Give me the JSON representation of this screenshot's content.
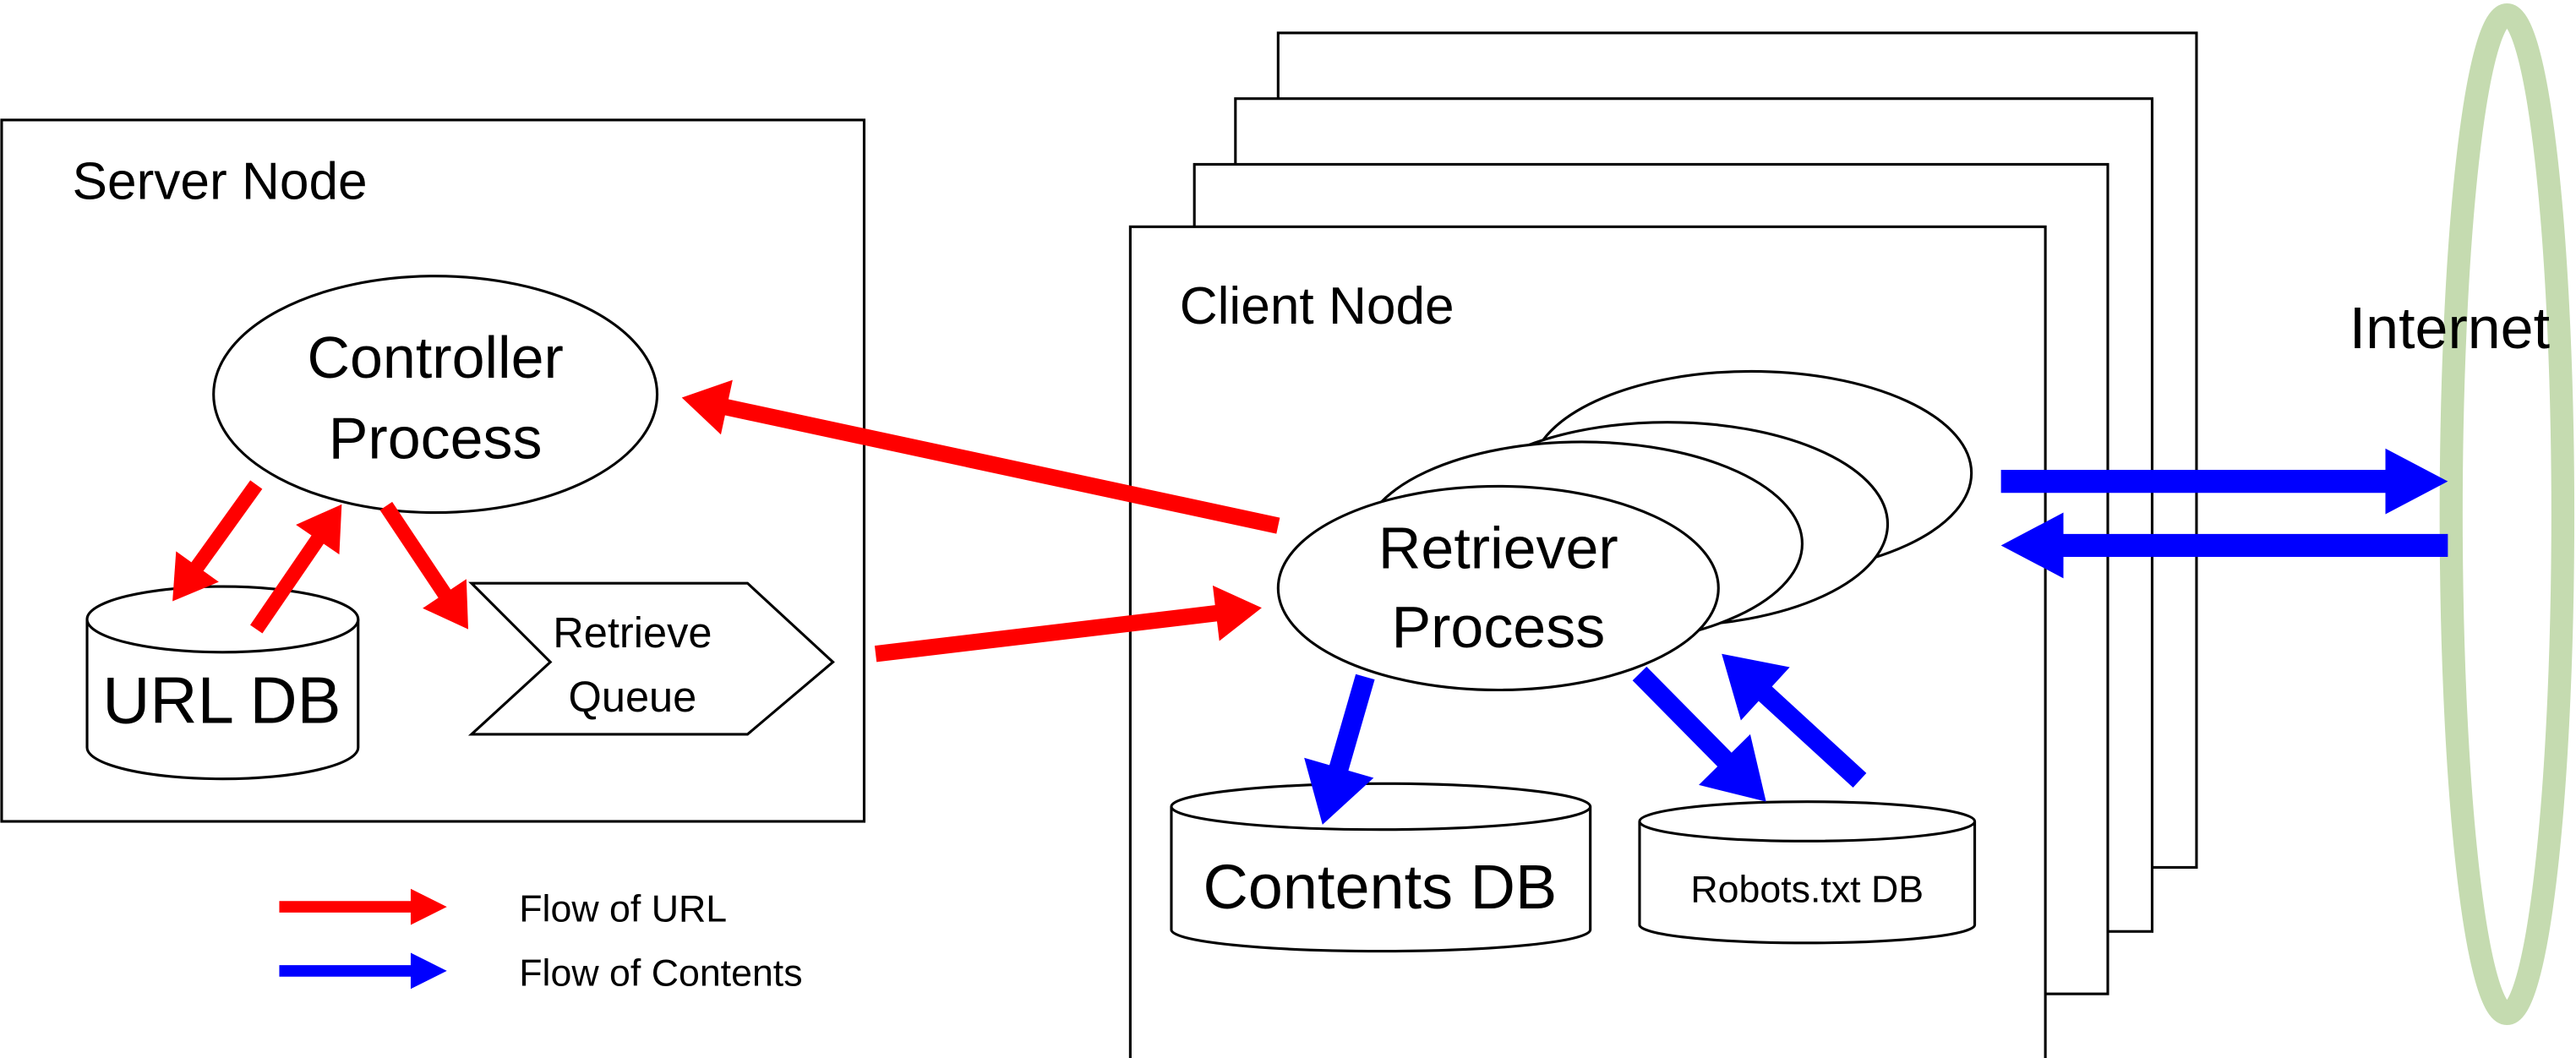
{
  "server_node": {
    "title": "Server Node",
    "controller": {
      "line1": "Controller",
      "line2": "Process"
    },
    "url_db": "URL DB",
    "retrieve_queue": {
      "line1": "Retrieve",
      "line2": "Queue"
    }
  },
  "client_node": {
    "title": "Client Node",
    "retriever": {
      "line1": "Retriever",
      "line2": "Process"
    },
    "contents_db": "Contents DB",
    "robots_db": "Robots.txt DB"
  },
  "internet": {
    "label": "Internet"
  },
  "legend": {
    "url_flow": "Flow of URL",
    "contents_flow": "Flow of Contents"
  },
  "colors": {
    "url_flow": "#ff0000",
    "contents_flow": "#0000ff",
    "internet": "#c5dbb0"
  }
}
